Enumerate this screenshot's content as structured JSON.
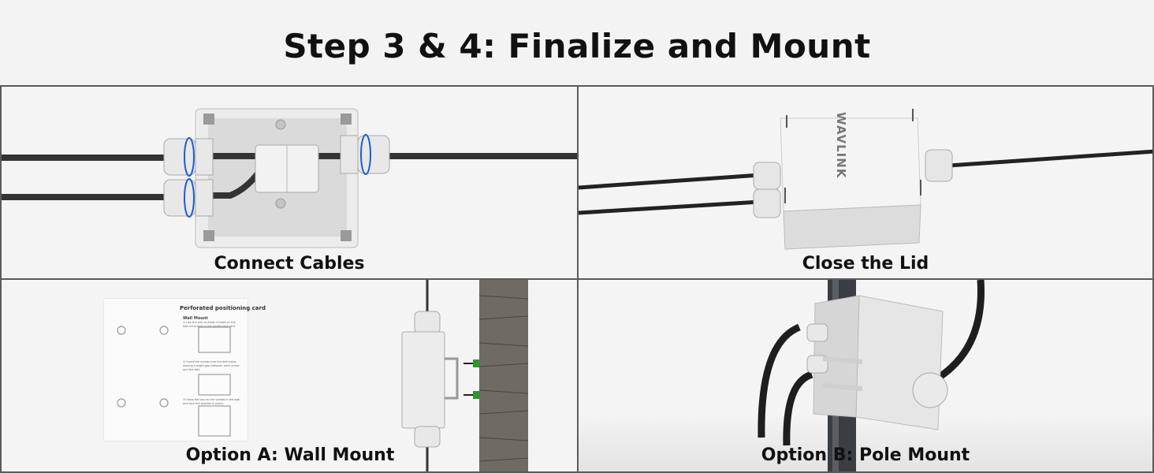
{
  "page": {
    "title": "Step 3 & 4: Finalize and Mount"
  },
  "panels": {
    "connect": {
      "caption": "Connect Cables"
    },
    "lid": {
      "caption": "Close the Lid",
      "brand": "WAVLINK"
    },
    "wall": {
      "caption": "Option A: Wall Mount",
      "card_title": "Perforated positioning card",
      "card_subtitle": "Wall Mount",
      "card_step1": "① Use the drill to make 4 holes on the wall according to the positioning card",
      "card_step2": "② Insert the screws into the wall holes, leaving a slight gap between each screw and the wall",
      "card_step3": "③ Hang the box on the screws in the wall and lock the bracket in place."
    },
    "pole": {
      "caption": "Option B: Pole Mount"
    }
  }
}
